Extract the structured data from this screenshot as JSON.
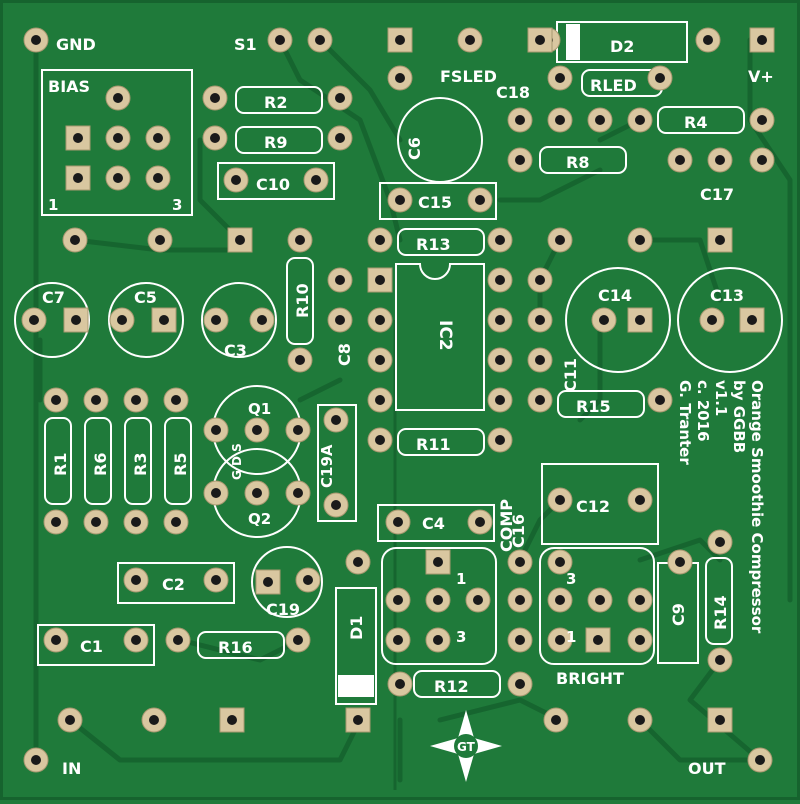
{
  "board": {
    "labels": {
      "gnd": "GND",
      "s1": "S1",
      "fsled": "FSLED",
      "vplus": "V+",
      "in": "IN",
      "out": "OUT",
      "bias": "BIAS",
      "bias_pin1": "1",
      "bias_pin3": "3",
      "comp": "COMP",
      "comp_pin1": "1",
      "comp_pin3": "3",
      "bright": "BRIGHT",
      "bright_pin1": "1",
      "bright_pin3": "3",
      "ic2": "IC2",
      "q1": "Q1",
      "q2": "Q2",
      "q_pins": "G D S"
    },
    "components": {
      "r1": "R1",
      "r2": "R2",
      "r3": "R3",
      "r4": "R4",
      "r5": "R5",
      "r6": "R6",
      "r8": "R8",
      "r9": "R9",
      "r10": "R10",
      "r11": "R11",
      "r12": "R12",
      "r13": "R13",
      "r14": "R14",
      "r15": "R15",
      "r16": "R16",
      "rled": "RLED",
      "c1": "C1",
      "c2": "C2",
      "c3": "C3",
      "c4": "C4",
      "c5": "C5",
      "c6": "C6",
      "c7": "C7",
      "c8": "C8",
      "c9": "C9",
      "c10": "C10",
      "c11": "C11",
      "c12": "C12",
      "c13": "C13",
      "c14": "C14",
      "c15": "C15",
      "c16": "C16",
      "c17": "C17",
      "c18": "C18",
      "c19": "C19",
      "c19a": "C19A",
      "d1": "D1",
      "d2": "D2"
    },
    "credits": [
      "Orange Smoothie Compressor",
      "by GGBB",
      "v1.1",
      "c. 2016",
      "G. Tranter"
    ],
    "logo_text": "GT",
    "colors": {
      "board": "#1f7a3a",
      "silkscreen": "#ffffff",
      "pad_ring": "#d9c7a0",
      "pad_hole": "#1a1a1a",
      "trace": "#176630"
    }
  }
}
